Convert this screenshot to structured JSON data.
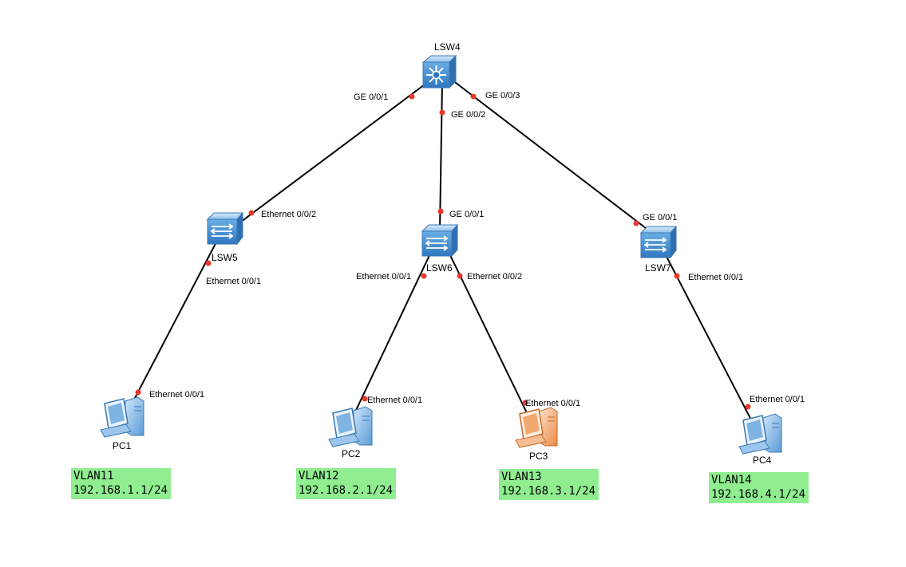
{
  "devices": {
    "lsw4": {
      "label": "LSW4"
    },
    "lsw5": {
      "label": "LSW5"
    },
    "lsw6": {
      "label": "LSW6"
    },
    "lsw7": {
      "label": "LSW7"
    },
    "pc1": {
      "label": "PC1"
    },
    "pc2": {
      "label": "PC2"
    },
    "pc3": {
      "label": "PC3"
    },
    "pc4": {
      "label": "PC4"
    }
  },
  "ports": {
    "lsw4_g1": "GE 0/0/1",
    "lsw4_g2": "GE 0/0/2",
    "lsw4_g3": "GE 0/0/3",
    "lsw5_e2": "Ethernet 0/0/2",
    "lsw5_e1": "Ethernet 0/0/1",
    "lsw6_g1": "GE 0/0/1",
    "lsw6_e1": "Ethernet 0/0/1",
    "lsw6_e2": "Ethernet 0/0/2",
    "lsw7_g1": "GE 0/0/1",
    "lsw7_e1": "Ethernet 0/0/1",
    "pc1_e1": "Ethernet 0/0/1",
    "pc2_e1": "Ethernet 0/0/1",
    "pc3_e1": "Ethernet 0/0/1",
    "pc4_e1": "Ethernet 0/0/1"
  },
  "vlans": [
    {
      "name": "VLAN11",
      "ip": "192.168.1.1/24"
    },
    {
      "name": "VLAN12",
      "ip": "192.168.2.1/24"
    },
    {
      "name": "VLAN13",
      "ip": "192.168.3.1/24"
    },
    {
      "name": "VLAN14",
      "ip": "192.168.4.1/24"
    }
  ],
  "colors": {
    "link": "#000000",
    "port_dot": "#e8382b",
    "switch_body": "#5b9bd5",
    "pc_blue": "#5b9bd5",
    "pc_orange": "#f0a060",
    "vlan_bg": "#90ee90"
  }
}
